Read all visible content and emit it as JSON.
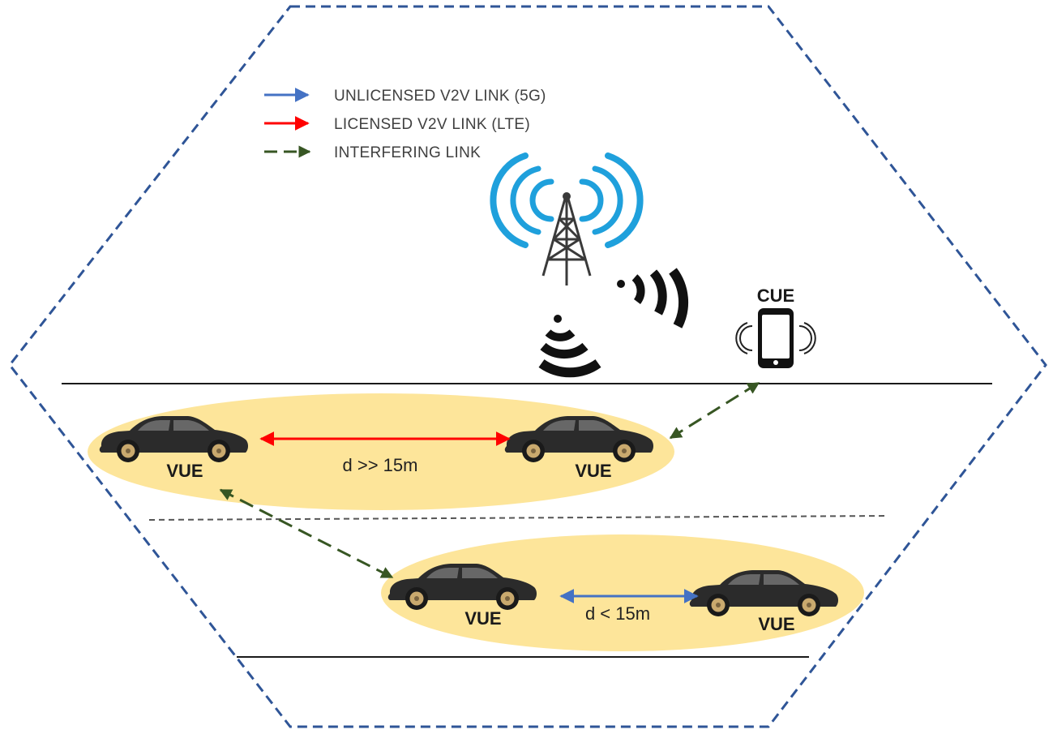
{
  "legend": {
    "unlicensed": "UNLICENSED V2V LINK (5G)",
    "licensed": "LICENSED V2V LINK (LTE)",
    "interfering": "INTERFERING LINK"
  },
  "labels": {
    "cue": "CUE",
    "vue1": "VUE",
    "vue2": "VUE",
    "vue3": "VUE",
    "vue4": "VUE",
    "dist_far": "d >> 15m",
    "dist_near": "d < 15m"
  },
  "colors": {
    "unlicensed": "#4472c4",
    "licensed": "#ff0000",
    "interfering": "#375623",
    "tower_signal": "#1fa0dc",
    "cluster_fill": "#fde59a",
    "cell_border": "#2f5597",
    "car": "#2b2b2b",
    "wheel": "#c9a96e"
  },
  "icons": [
    "base-station-tower-icon",
    "wireless-signal-icon",
    "smartphone-icon",
    "car-icon"
  ]
}
